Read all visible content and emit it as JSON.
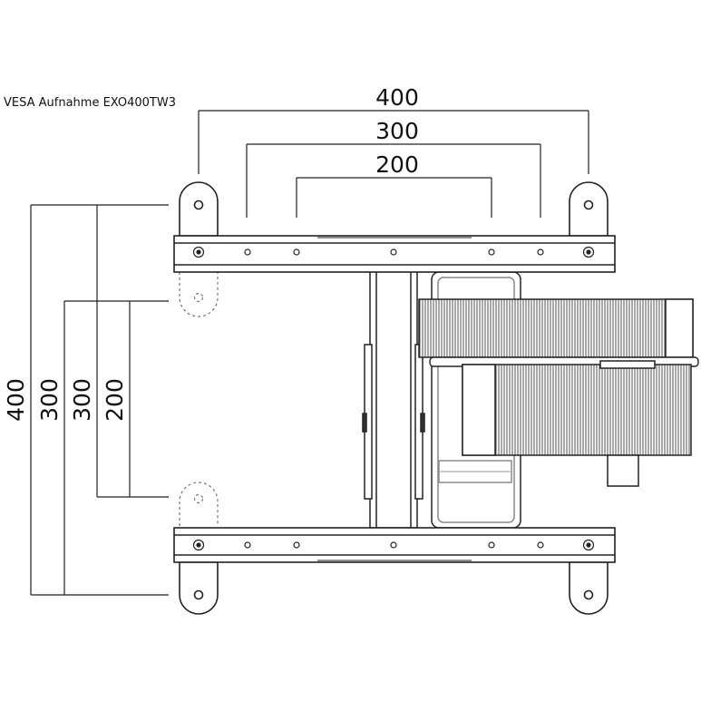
{
  "caption": "VESA Aufnahme EXO400TW3",
  "dimensions": {
    "horizontal": [
      "400",
      "300",
      "200"
    ],
    "vertical": [
      "400",
      "300",
      "300",
      "200"
    ]
  }
}
